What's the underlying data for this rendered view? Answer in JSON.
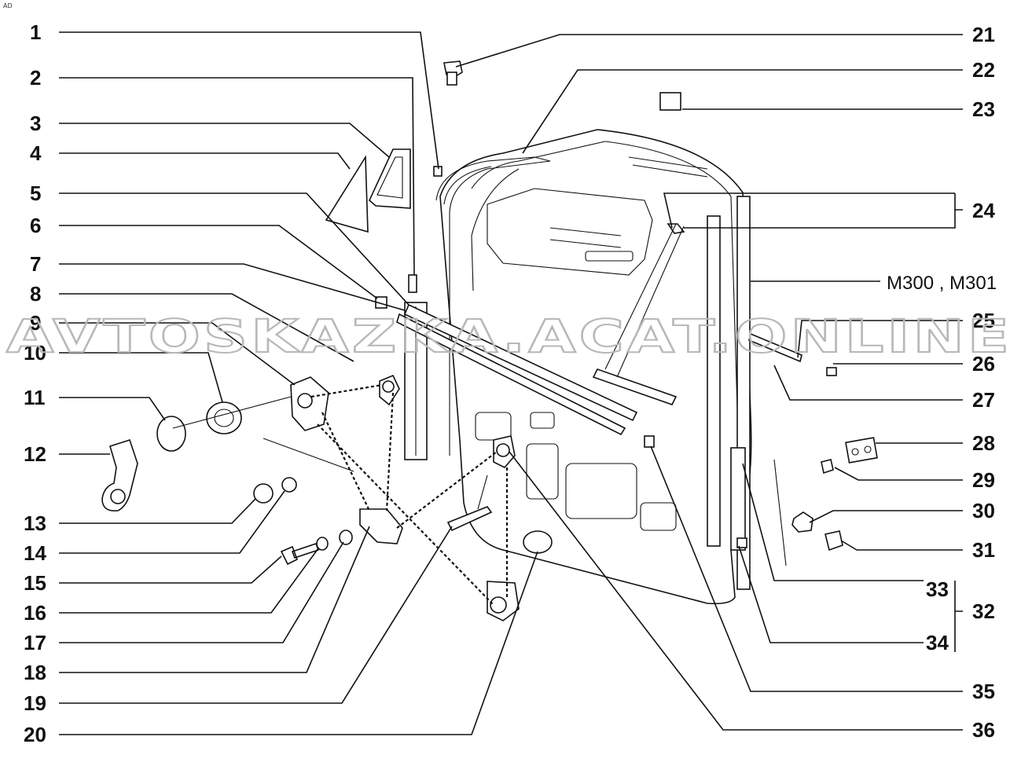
{
  "corner_mark": "AD",
  "watermark": "AVTOSKAZKA.ACAT.ONLINE",
  "model_label": "M300 , M301",
  "callouts_left": [
    "1",
    "2",
    "3",
    "4",
    "5",
    "6",
    "7",
    "8",
    "9",
    "10",
    "11",
    "12",
    "13",
    "14",
    "15",
    "16",
    "17",
    "18",
    "19",
    "20"
  ],
  "callouts_right": [
    "21",
    "22",
    "23",
    "24",
    "25",
    "26",
    "27",
    "28",
    "29",
    "30",
    "31",
    "33",
    "34",
    "35",
    "36"
  ],
  "group_callout": "32"
}
